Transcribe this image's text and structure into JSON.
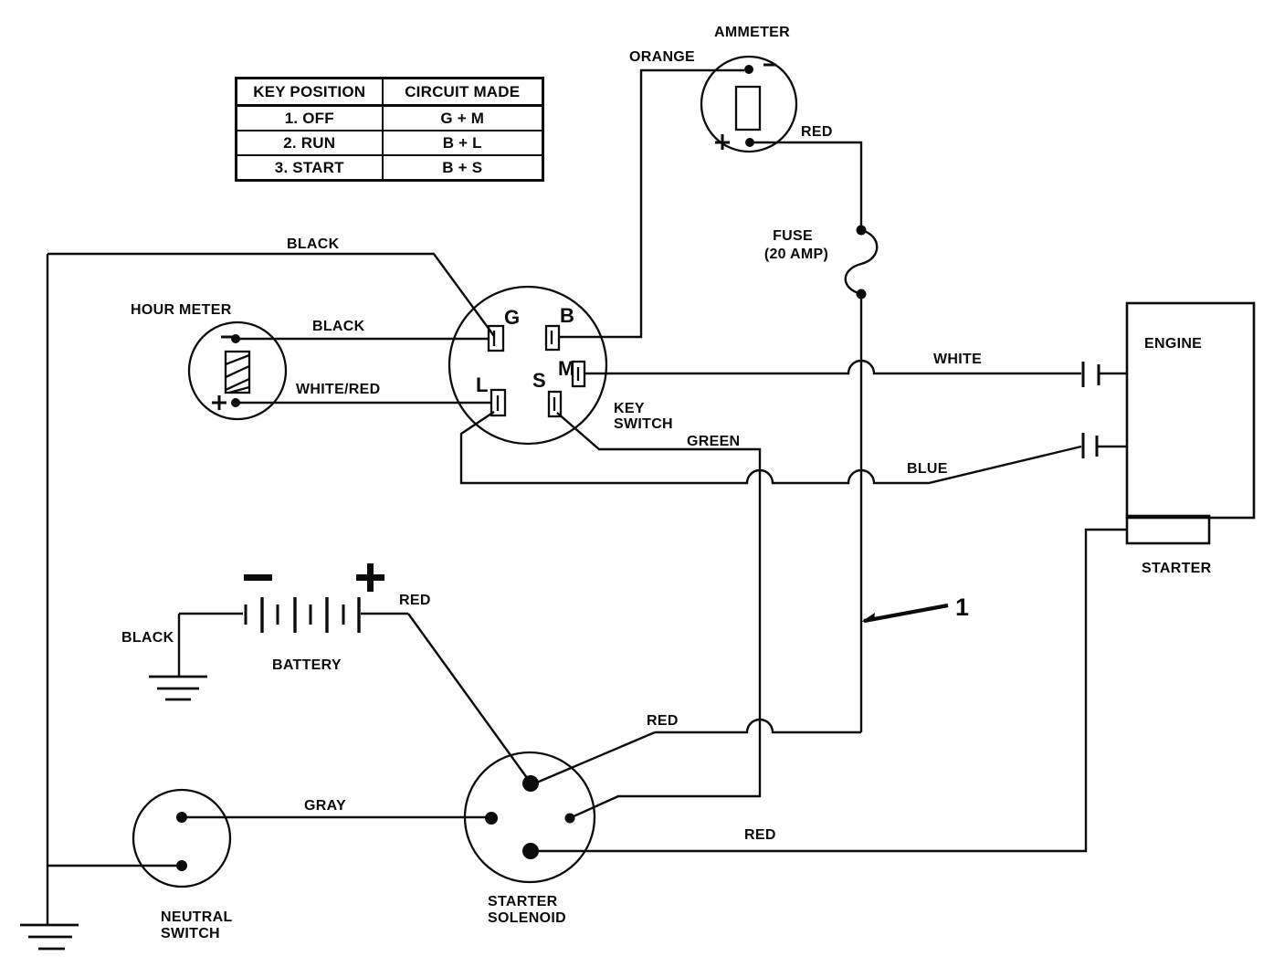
{
  "table": {
    "headers": [
      "KEY POSITION",
      "CIRCUIT MADE"
    ],
    "rows": [
      [
        "1. OFF",
        "G + M"
      ],
      [
        "2. RUN",
        "B + L"
      ],
      [
        "3. START",
        "B + S"
      ]
    ]
  },
  "components": {
    "ammeter": "AMMETER",
    "fuse_line1": "FUSE",
    "fuse_line2": "(20 AMP)",
    "hour_meter": "HOUR METER",
    "key_switch_line1": "KEY",
    "key_switch_line2": "SWITCH",
    "engine": "ENGINE",
    "starter": "STARTER",
    "battery": "BATTERY",
    "solenoid_line1": "STARTER",
    "solenoid_line2": "SOLENOID",
    "neutral_line1": "NEUTRAL",
    "neutral_line2": "SWITCH"
  },
  "terminals": {
    "g": "G",
    "b": "B",
    "m": "M",
    "s": "S",
    "l": "L"
  },
  "wire_labels": {
    "orange": "ORANGE",
    "red_ammeter": "RED",
    "black_chassis": "BLACK",
    "black_hour_meter": "BLACK",
    "white_red": "WHITE/RED",
    "white": "WHITE",
    "green": "GREEN",
    "blue": "BLUE",
    "red_battery": "RED",
    "black_battery": "BLACK",
    "gray": "GRAY",
    "red_solenoid_in": "RED",
    "red_starter": "RED"
  },
  "callouts": {
    "one": "1"
  }
}
